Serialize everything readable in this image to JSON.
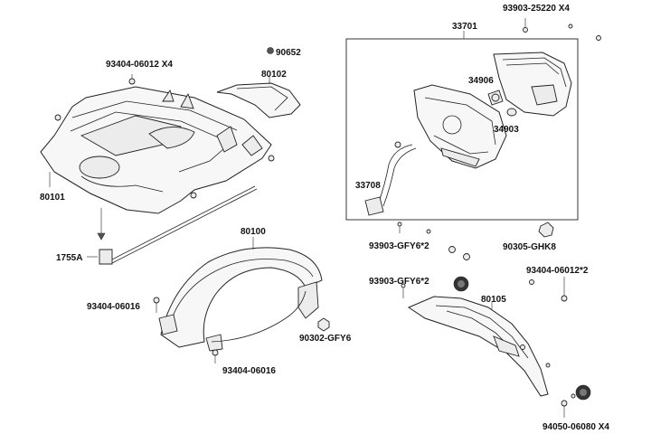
{
  "labels": {
    "assembly_rear_lamp": "33701",
    "screw_93903_25220": "93903-25220 X4",
    "bulb_socket": "34906",
    "bulb": "34903",
    "harness": "33708",
    "screw_93404_x4": "93404-06012 X4",
    "clip_90652": "90652",
    "cover_80102": "80102",
    "inner_fender": "80101",
    "band": "1755A",
    "rear_fender": "80100",
    "bolt_left": "93404-06016",
    "bolt_bottom": "93404-06016",
    "nut_90302": "90302-GFY6",
    "screw_gfy6_a": "93903-GFY6*2",
    "screw_gfy6_b": "93903-GFY6*2",
    "nut_90305": "90305-GHK8",
    "screw_93404_x2": "93404-06012*2",
    "license_bracket": "80105",
    "reflector_screw": "94050-06080 X4"
  }
}
